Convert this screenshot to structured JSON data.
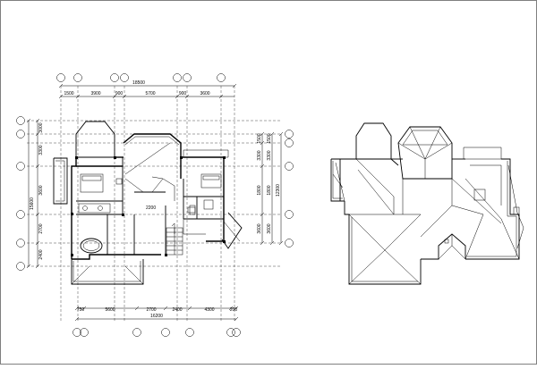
{
  "plan": {
    "top_overall": "18500",
    "top_dims": [
      "1500",
      "3900",
      "900",
      "5700",
      "900",
      "3600"
    ],
    "bottom_overall": "16200",
    "bottom_dims": [
      "750",
      "5600",
      "2700",
      "2400",
      "4300",
      "200"
    ],
    "left_overall": "15600",
    "left_dims": [
      "3000",
      "3300",
      "3600",
      "2700",
      "2400"
    ],
    "right_outer_dims": [
      "1500",
      "3300",
      "1800",
      "3600"
    ],
    "right_inner_dims": [
      "1500",
      "3300",
      "1800",
      "3600"
    ],
    "right_overall": "12300",
    "room_label": "2200"
  },
  "colors": {
    "line": "#000000",
    "hatch": "#000000",
    "paper": "#ffffff"
  }
}
